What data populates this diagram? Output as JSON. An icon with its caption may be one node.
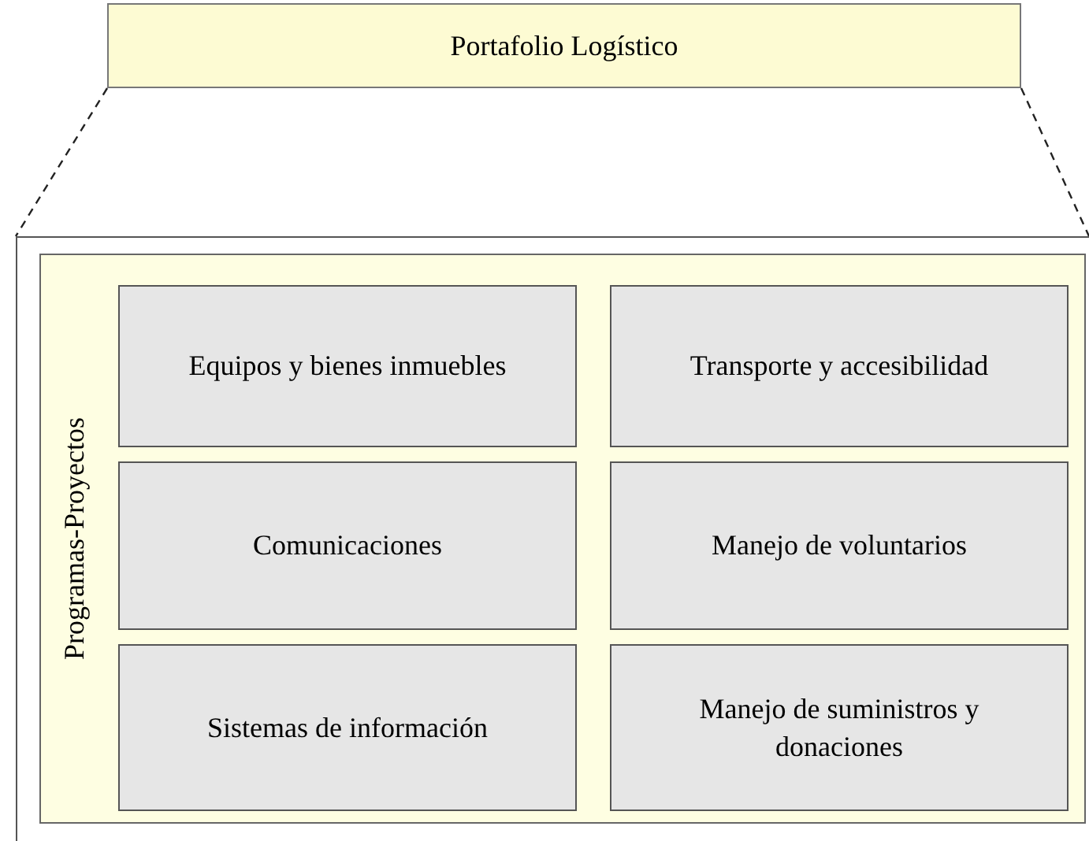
{
  "diagram": {
    "nodes": [
      {
        "text": [
          "Portafolio Logístico"
        ]
      },
      {
        "text": [],
        "shape": "box"
      },
      {
        "text": [
          "Programas-Proyectos"
        ],
        "in": 1
      },
      {
        "text": [
          "Equipos y bienes inmuebles"
        ],
        "in": 2
      },
      {
        "text": [
          "Transporte y accesibilidad"
        ],
        "in": 2
      },
      {
        "text": [
          "Comunicaciones"
        ],
        "in": 2
      },
      {
        "text": [
          "Manejo de voluntarios"
        ],
        "in": 2
      },
      {
        "text": [
          "Sistemas de información"
        ],
        "in": 2
      },
      {
        "text": [
          "Manejo de suministros y donaciones"
        ],
        "in": 2
      }
    ],
    "edges": [
      {
        "from": 0,
        "to": 1,
        "arrow": "none",
        "style": "dashed"
      },
      {
        "from": 0,
        "to": 1,
        "arrow": "none",
        "style": "dashed"
      }
    ]
  }
}
